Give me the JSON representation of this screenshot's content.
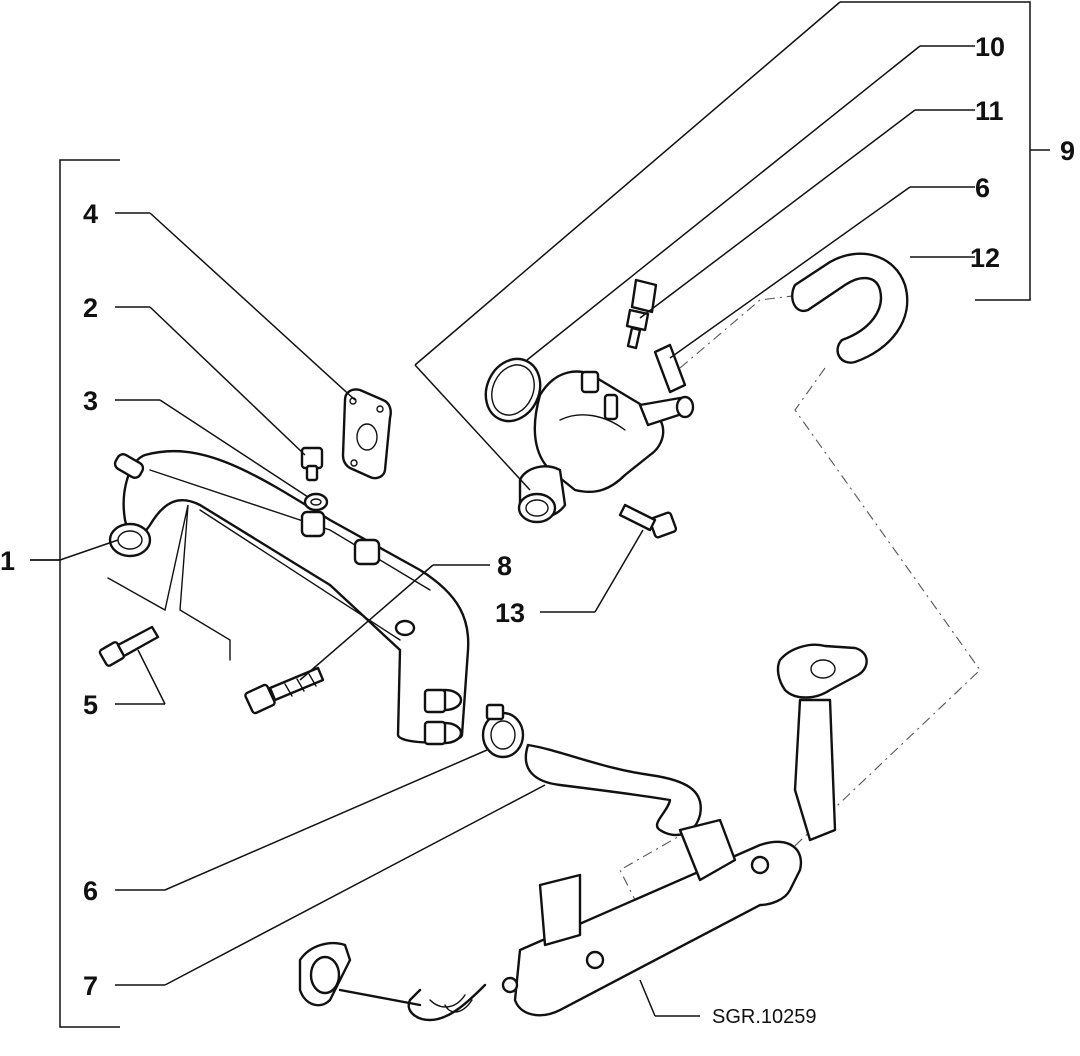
{
  "callouts": {
    "c1": "1",
    "c2": "2",
    "c3": "3",
    "c4": "4",
    "c5": "5",
    "c6a": "6",
    "c6b": "6",
    "c7": "7",
    "c8": "8",
    "c9": "9",
    "c10": "10",
    "c11": "11",
    "c12": "12",
    "c13": "13"
  },
  "reference_code": "SGR.10259"
}
